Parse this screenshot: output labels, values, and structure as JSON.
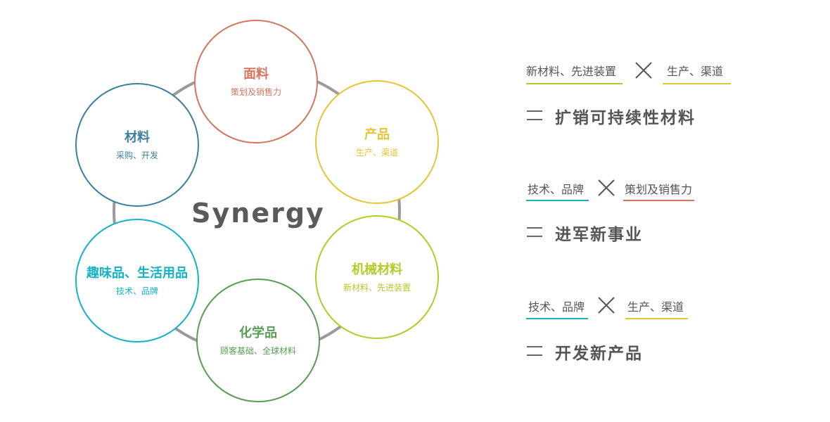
{
  "diagram": {
    "center_label": "Synergy",
    "ring_color": "#9a9a9a",
    "nodes": [
      {
        "title": "面料",
        "subtitle": "策划及销售力",
        "color": "#d4755f"
      },
      {
        "title": "产品",
        "subtitle": "生产、渠道",
        "color": "#e6c435"
      },
      {
        "title": "机械材料",
        "subtitle": "新材料、先进装置",
        "color": "#b5c928"
      },
      {
        "title": "化学品",
        "subtitle": "顾客基础、全球材料",
        "color": "#5a9c55"
      },
      {
        "title": "趣味品、生活用品",
        "subtitle": "技术、品牌",
        "color": "#13b2c6"
      },
      {
        "title": "材料",
        "subtitle": "采购、开发",
        "color": "#3d7f9e"
      }
    ]
  },
  "formulas": [
    {
      "left": {
        "label": "新材料、先进装置",
        "color": "#b5c928"
      },
      "right": {
        "label": "生产、渠道",
        "color": "#e6c435"
      },
      "result": "扩销可持续性材料"
    },
    {
      "left": {
        "label": "技术、品牌",
        "color": "#13b2c6"
      },
      "right": {
        "label": "策划及销售力",
        "color": "#d4755f"
      },
      "result": "进军新事业"
    },
    {
      "left": {
        "label": "技术、品牌",
        "color": "#13b2c6"
      },
      "right": {
        "label": "生产、渠道",
        "color": "#e6c435"
      },
      "result": "开发新产品"
    }
  ]
}
